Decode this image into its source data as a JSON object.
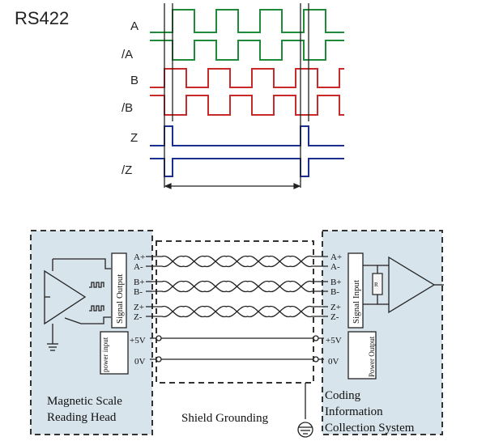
{
  "timing": {
    "title": "RS422",
    "signals": [
      {
        "label": "A",
        "color": "#1f8a3a"
      },
      {
        "label": "/A",
        "color": "#1f8a3a"
      },
      {
        "label": "B",
        "color": "#c82a2a"
      },
      {
        "label": "/B",
        "color": "#c82a2a"
      },
      {
        "label": "Z",
        "color": "#1a2f8f"
      },
      {
        "label": "/Z",
        "color": "#1a2f8f"
      }
    ]
  },
  "wiring": {
    "left_box": {
      "signal_output": "Signal Output",
      "power_input": "power input",
      "pins": [
        "A+",
        "A-",
        "B+",
        "B-",
        "Z+",
        "Z-"
      ],
      "power_pins": [
        "+5V",
        "0V"
      ],
      "caption_line1": "Magnetic Scale",
      "caption_line2": "Reading Head"
    },
    "right_box": {
      "signal_input": "Signal Input",
      "power_output": "Power Output",
      "resistor": "R",
      "pins": [
        "A+",
        "A-",
        "B+",
        "B-",
        "Z+",
        "Z-"
      ],
      "power_pins": [
        "+5V",
        "0V"
      ],
      "caption_line1": "Coding",
      "caption_line2": "Information",
      "caption_line3": "Collection System"
    },
    "shield_label": "Shield Grounding"
  }
}
